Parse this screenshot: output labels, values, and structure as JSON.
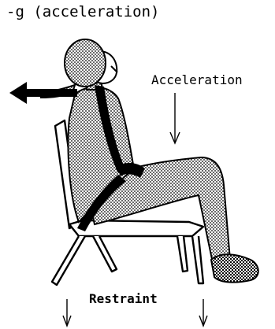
{
  "title": "-g (acceleration)",
  "labels": {
    "acceleration": "Acceleration",
    "restraint": "Restraint"
  },
  "colors": {
    "ink": "#000000",
    "background": "#ffffff"
  }
}
